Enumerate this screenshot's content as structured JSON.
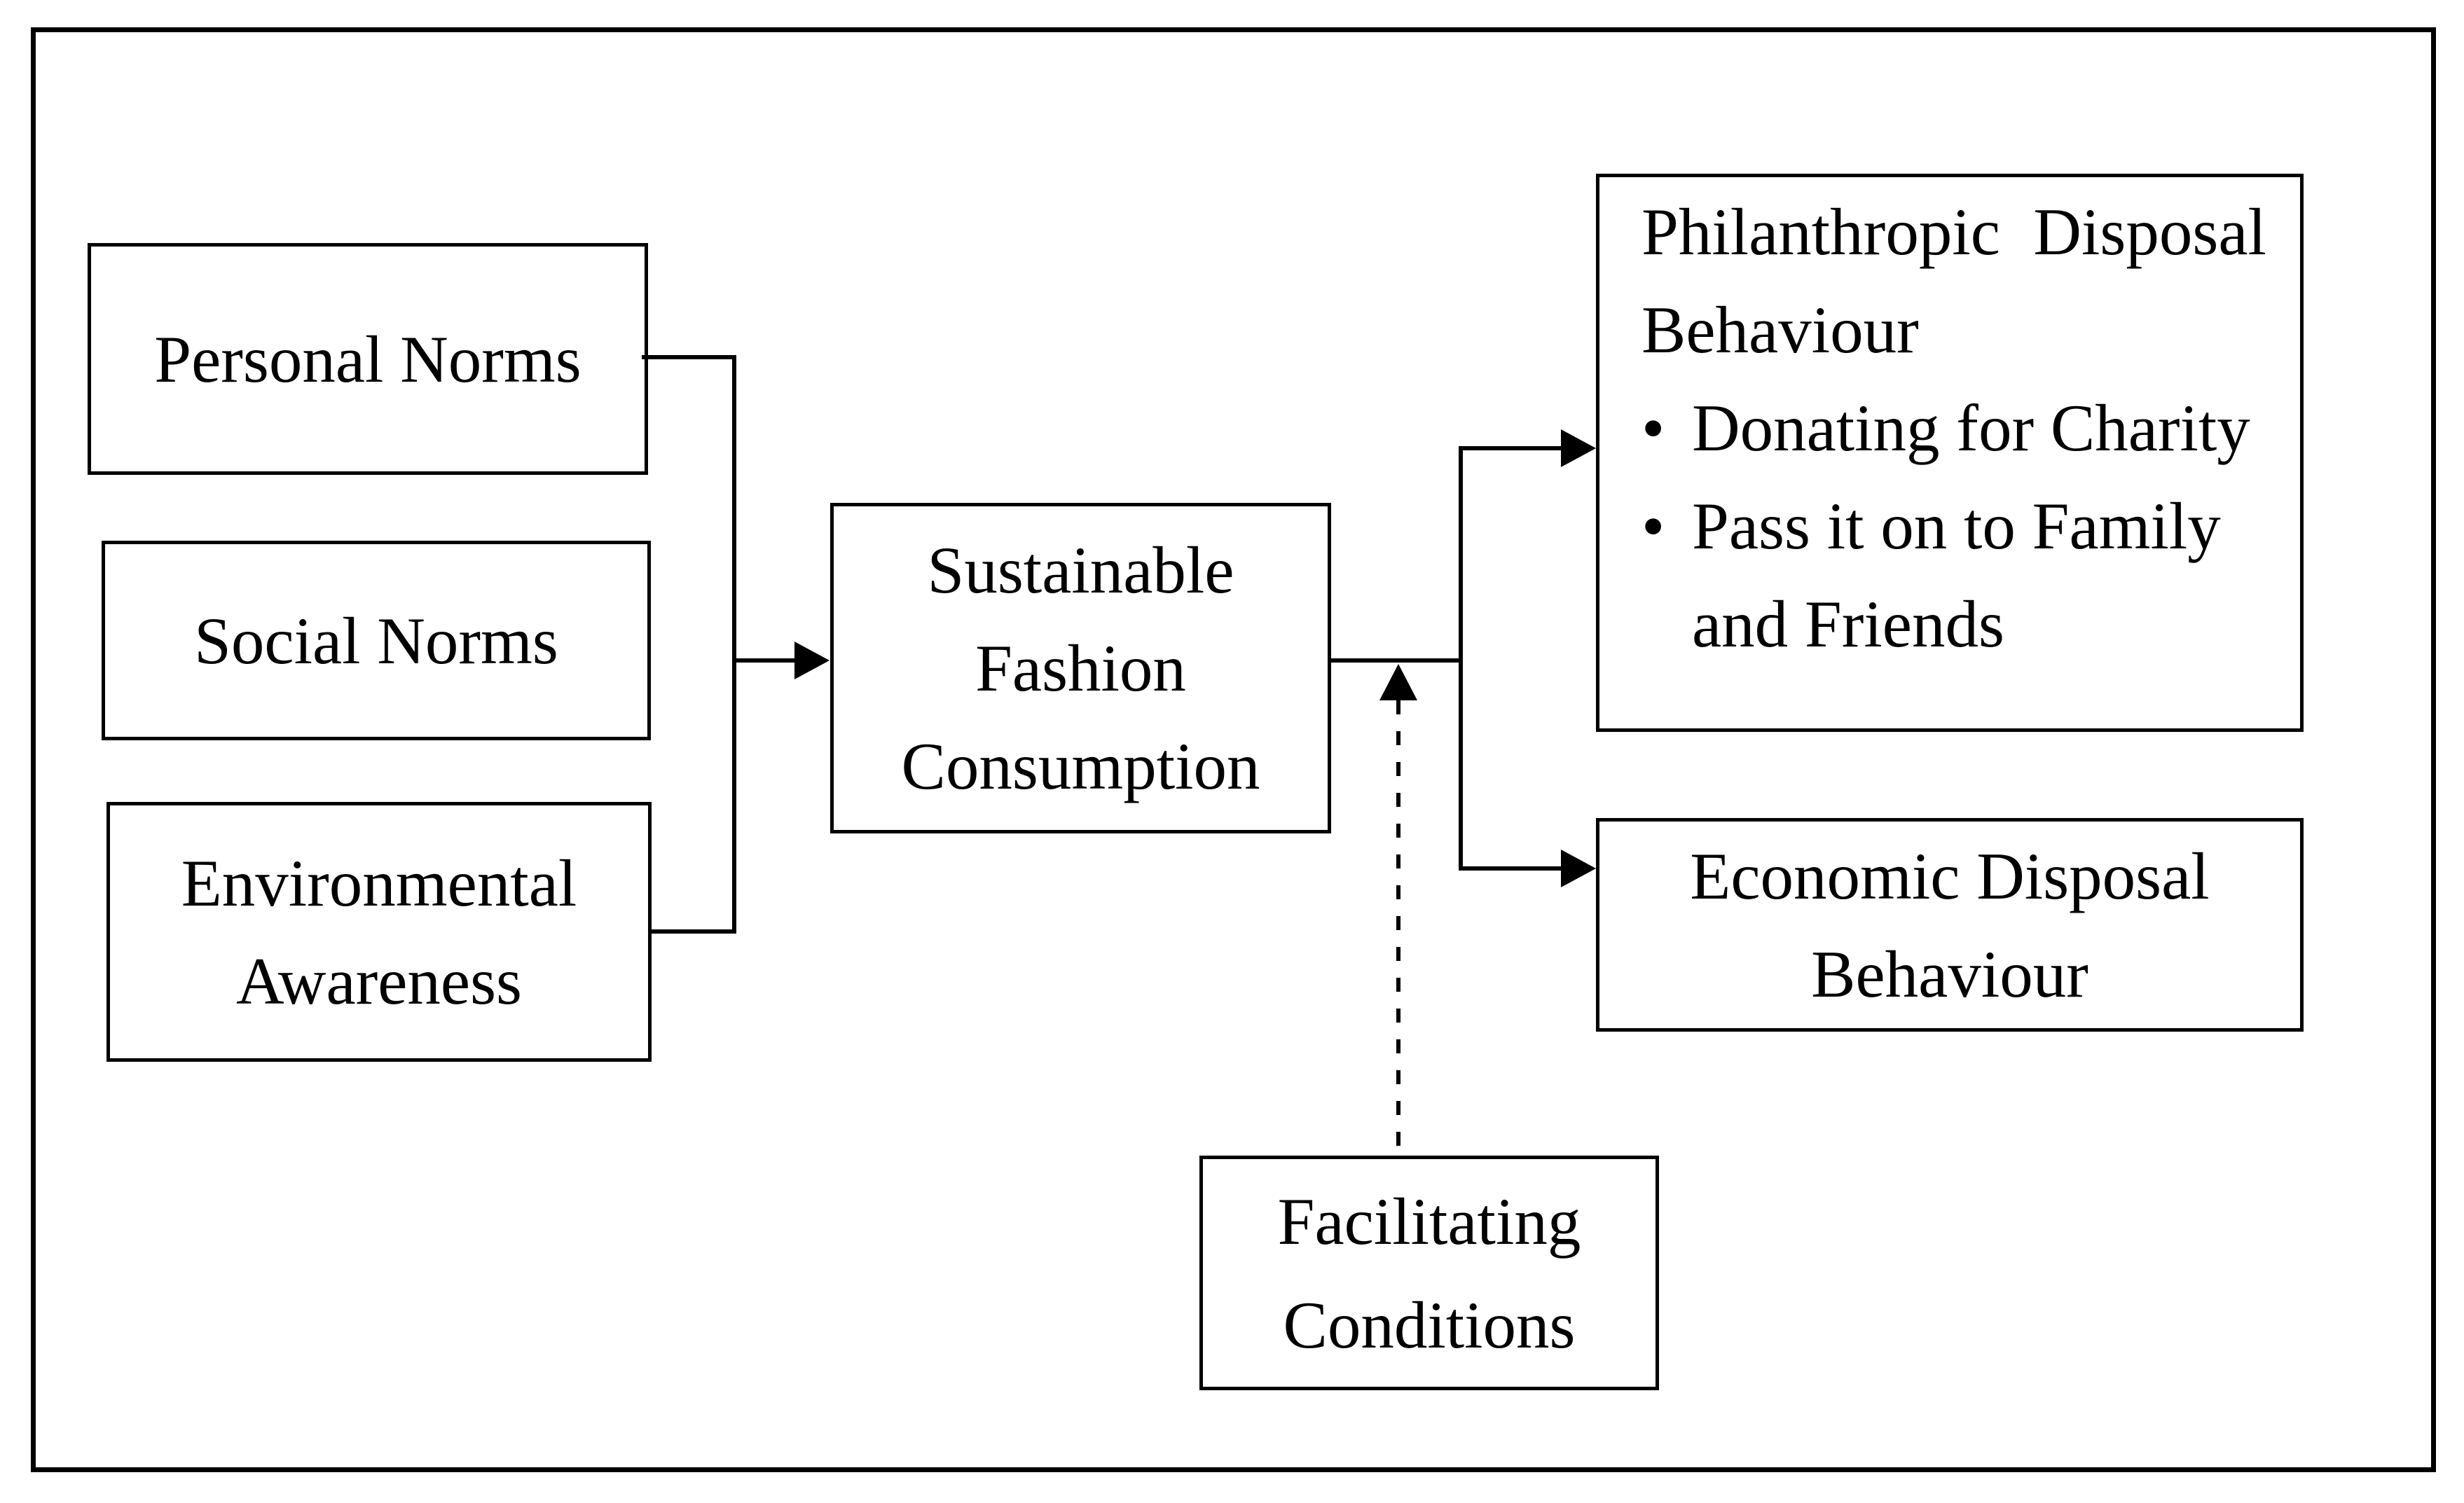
{
  "diagram": {
    "description": "Conceptual model of sustainable fashion consumption and disposal behaviour",
    "colors": {
      "ink": "#000000",
      "background": "#ffffff"
    }
  },
  "nodes": {
    "personal": {
      "label": "Personal Norms"
    },
    "social": {
      "label": "Social Norms"
    },
    "environmental": {
      "lines": [
        "Environmental",
        "Awareness"
      ]
    },
    "sustainable": {
      "lines": [
        "Sustainable",
        "Fashion",
        "Consumption"
      ]
    },
    "philanthropic": {
      "title_lines": [
        "Philanthropic  Disposal",
        "Behaviour"
      ],
      "bullet_glyph": "•",
      "bullets": [
        "Donating for Charity",
        "Pass it on to Family and Friends"
      ]
    },
    "economic": {
      "lines": [
        "Economic Disposal",
        "Behaviour"
      ]
    },
    "facilitating": {
      "lines": [
        "Facilitating",
        "Conditions"
      ]
    }
  }
}
